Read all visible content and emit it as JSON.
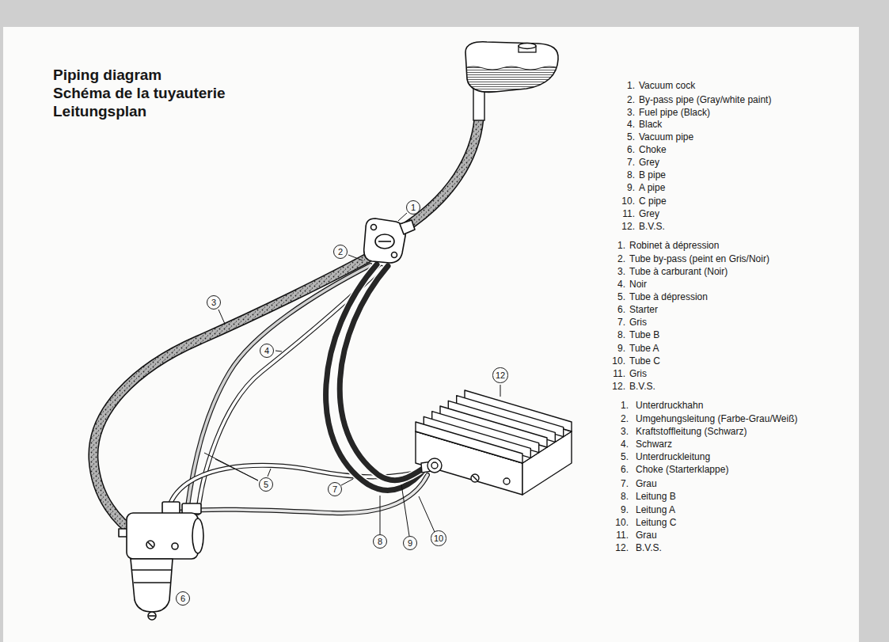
{
  "diagram": {
    "title": "Piping diagram",
    "nodes": [
      {
        "text": [
          "1"
        ]
      },
      {
        "text": [
          "2"
        ]
      },
      {
        "text": [
          "3"
        ]
      },
      {
        "text": [
          "4"
        ]
      },
      {
        "text": [
          "12"
        ]
      },
      {
        "text": [
          "5"
        ]
      },
      {
        "text": [
          "7"
        ]
      },
      {
        "text": [
          "10"
        ]
      },
      {
        "text": [
          "8"
        ]
      },
      {
        "text": [
          "9"
        ]
      },
      {
        "text": [
          "6"
        ]
      }
    ],
    "labels": [
      "Schéma de la tuyauterie",
      "Leitungsplan",
      "1.",
      "Vacuum cock",
      "2.",
      "By-pass pipe (Gray/white paint)",
      "3.",
      "Fuel pipe (Black)",
      "4.",
      "Black",
      "5.",
      "Vacuum pipe",
      "6.",
      "Choke",
      "7.",
      "Grey",
      "8.",
      "B pipe",
      "9.",
      "A pipe",
      "10.",
      "C pipe",
      "11.",
      "Grey",
      "12.",
      "B.V.S.",
      "1.",
      "Robinet à dépression",
      "2.",
      "Tube by-pass (peint en Gris/Noir)",
      "3.",
      "Tube à carburant (Noir)",
      "4.",
      "Noir",
      "5.",
      "Tube à dépression",
      "6.",
      "Starter",
      "7.",
      "Gris",
      "8.",
      "Tube B",
      "9.",
      "Tube A",
      "10.",
      "Tube C",
      "11.",
      "Gris",
      "12.",
      "B.V.S.",
      "1.",
      "Unterdruckhahn",
      "2.",
      "Umgehungsleitung (Farbe-Grau/Weiß)",
      "3.",
      "Kraftstoffleitung (Schwarz)",
      "4.",
      "Schwarz",
      "5.",
      "Unterdruckleitung",
      "6.",
      "Choke (Starterklappe)",
      "7.",
      "Grau",
      "8.",
      "Leitung B",
      "9.",
      "Leitung A",
      "10.",
      "Leitung C",
      "11.",
      "Grau",
      "12.",
      "B.V.S."
    ]
  }
}
